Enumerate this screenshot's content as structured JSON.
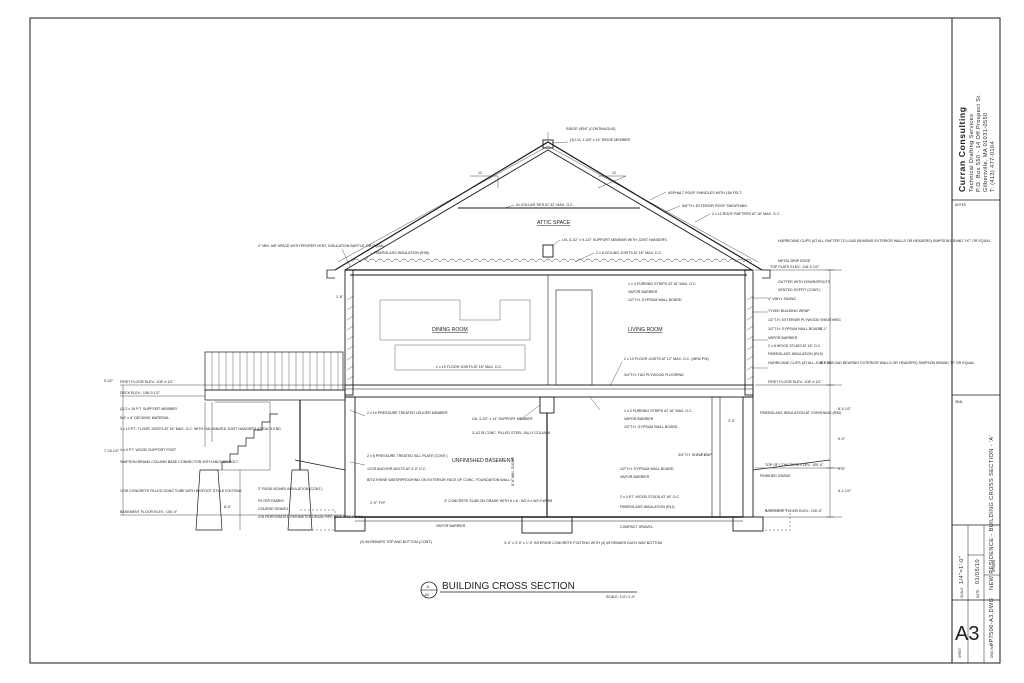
{
  "title_block": {
    "company": "Curran Consulting",
    "service": "Technical Drafting Services",
    "address1": "P.O. Box 550 - 14 Off Prospect St.",
    "address2": "Gilbertville, MA 01031-0550",
    "phone": "T: (413) 477-0104",
    "notes_label": "NOTES",
    "project": "NEW RESIDENCE - BUILDING CROSS SECTION - 'A'",
    "sheet_number": "A3",
    "scale_value": "1/4\"=1'-0\"",
    "date_value": "01/05/10",
    "dwg_number": "#P7506-A3.DWG",
    "field_labels": [
      "SEAL",
      "SCALE",
      "DATE",
      "DRAWN",
      "CHECKED",
      "SHEET",
      "DWG No."
    ]
  },
  "drawing": {
    "section_title": "BUILDING CROSS SECTION",
    "section_ref": "A",
    "section_sheet": "A3",
    "scale_note": "SCALE: 1/4\"=1'-0\"",
    "rooms": [
      "ATTIC SPACE",
      "DINING ROOM",
      "LIVING ROOM",
      "UNFINISHED BASEMENT"
    ],
    "elevations": [
      "TOP PLATE ELEV.: 118'-0 1/2\"",
      "FIRST FLOOR ELEV.: 108'-9 1/2\"",
      "DECK ELEV.: 108'-0 1/2\"",
      "FIRST FLOOR ELEV.: 108'-9 1/2\"",
      "TOP OF CONCRETE ELEV.: 100'-0\"",
      "BASEMENT FLOOR ELEV.: 100'-0\"",
      "BASEMENT FLOOR ELEV.: 100'-0\""
    ],
    "notes_top": [
      "RIDGE VENT (CONTINUOUS)",
      "(3) LVL 1-3/4\" x 14\" RIDGE MEMBER",
      "ASPHALT ROOF SHINGLES WITH 15# FELT",
      "5/8\"T.H. EXTERIOR ROOF SHEATHING",
      "2 x 12 ROOF RAFTERS AT 16\" MAX. O.C.",
      "2x COLLAR TIES AT 32\" MAX. O.C.",
      "LVL 3-1/2\" x 9-1/2\" SUPPORT MEMBER WITH JOIST HANGERS",
      "2 x 8 CEILING JOISTS AT 16\" MAX. O.C.",
      "FIBERGLASS INSULATION (R38)",
      "2\" MIN. AIR SPACE WITH PROPER VENT, INSULATION BAFFLE, OR EQUAL"
    ],
    "notes_right": [
      "HURRICANE CLIPS (AT ALL RAFTER TO LOAD BEARING EXTERIOR WALLS OR HEADERS) SIMPSON BRAND \"H7\" OR EQUAL",
      "METAL DRIP EDGE",
      "GUTTER WITH DOWNSPOUTS",
      "VENTED SOFFIT (CONT.)",
      "1 x 3 FURRING STRIPS AT 16\" MAX. O.C.",
      "VAPOR BARRIER",
      "1/2\"T.H. GYPSUM WALL BOARD",
      "4\" VINYL SIDING",
      "TYVEK BUILDING WRAP",
      "1/2\"T.H. EXTERIOR PLYWOOD SHEATHING",
      "1/2\"T.H. GYPSUM WALL BOARD",
      "VAPOR BARRIER",
      "2 x 6 WOOD STUDS AT 16\" O.C.",
      "FIBERGLASS INSULATION (R19)",
      "HURRICANE CLIPS (AT ALL JOIST TO LOAD BEARING EXTERIOR WALLS OR HEADERS) SIMPSON BRAND \"H\" OR EQUAL",
      "2 x 10 FLOOR JOISTS AT 12\" MAX. O.C. (NEW PW)",
      "3/4\"T.H. T&G PLYWOOD FLOORING",
      "FIBERGLASS INSULATION AT OVERHANG (R30)",
      "1 x 3 FURRING STRIPS AT 16\" MAX. O.C.",
      "VAPOR BARRIER",
      "1/2\"T.H. GYPSUM WALL BOARD",
      "3/4\"T.H. SHELF CAP",
      "1/2\"T.H. GYPSUM WALL BOARD",
      "VAPOR BARRIER",
      "FINISHED GRADE",
      "2 x 4 P.T. WOOD STUDS AT 16\" O.C.",
      "FIBERGLASS INSULATION (R11)",
      "COMPACT GRAVEL",
      "3'-0\" x 3'-0\" x 1'-0\" INTERIOR CONCRETE FOOTING WITH (4) #5 REBARS EACH WAY BOTTOM"
    ],
    "notes_left": [
      "2 x 10 FLOOR JOISTS AT 16\" MAX. O.C.",
      "(2) 2 x 10 P.T. SUPPORT MEMBER",
      "5/4\" x 6\" DECKING MATERIAL",
      "2 x 10 P.T. FLOOR JOISTS AT 16\" MAX. O.C. WITH GALVANIZED JOIST HANGERS AT EACH END",
      "4 x 4 P.T. WOOD SUPPORT POST",
      "SIMPSON BRAND COLUMN BASE CONNECTOR WITH ANCHOR BOLT",
      "12\"Ø CONCRETE FILLED SONO TUBE WITH BIGFOOT STYLE FOOTING",
      "2 x 10 PRESSURE TREATED LEDGER MEMBER",
      "2 x 6 PRESSURE TREATED SILL PLATE (CONT.)",
      "1/2\"Ø ANCHOR BOLTS AT 4'-0\" O.C.",
      "BITUTHENE WATERPROOFING ON EXTERIOR FACE OF CONC. FOUNDATION WALL",
      "2\" RIGID BOARD INSULATION (CONT.)",
      "FILTER FABRIC",
      "COURSE GRAVEL",
      "4\"Ø PERFORATED PERIMETER DRAIN PIPE (SEE SITE PLAN)",
      "(2) #5 REBARS TOP AND BOTTOM (CONT.)",
      "LVL 3-1/2\" x 14\" SUPPORT MEMBER",
      "3-1/2\"Ø CONC. FILLED STEEL JALLY COLUMN",
      "4\" CONCRETE SLAB ON GRADE WITH 6 x 6 - W2.9 x W2.9 WWM",
      "VAPOR BARRIER"
    ],
    "dims": [
      "12",
      "12",
      "8'-1\"",
      "8'-0 1/2\"",
      "9'-0\"",
      "8'-1 1/2\"",
      "7'-10 1/2\"",
      "8'-8 3/4\"",
      "8'-0\"",
      "3'-0\"",
      "2'-0\"",
      "9'-0\"",
      "8'-8\" MIN. CLEAR",
      "1'-6\"",
      "9 1/2\"",
      "2'-9\" TYP."
    ]
  },
  "colors": {
    "line": "#1a1a1a",
    "paper": "#ffffff"
  }
}
